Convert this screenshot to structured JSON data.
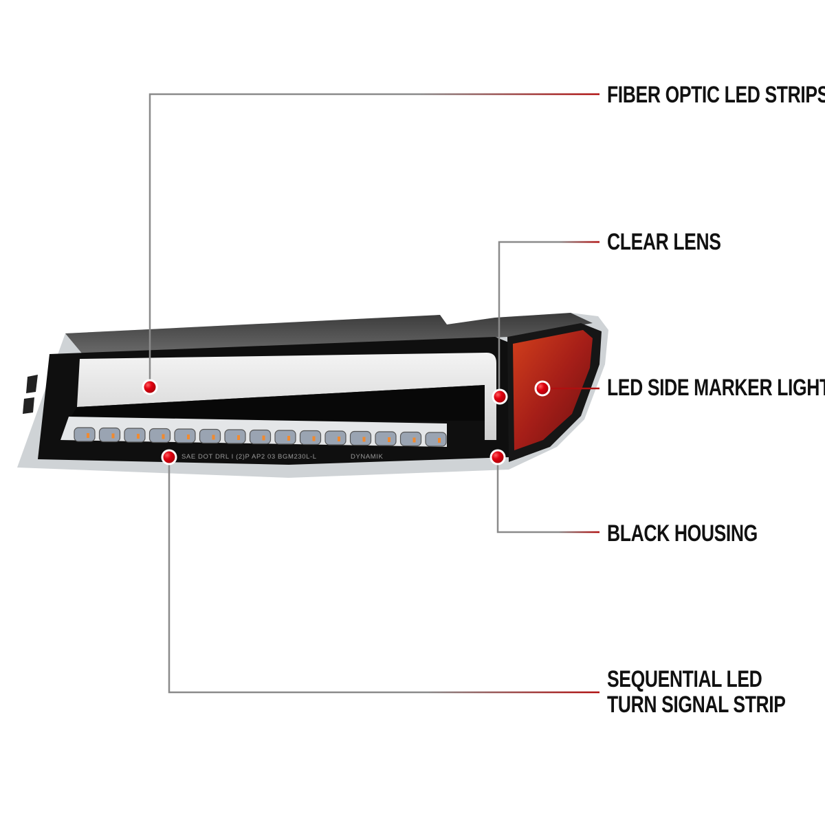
{
  "callouts": [
    {
      "id": "fiber-optic",
      "label": "FIBER OPTIC LED STRIPS"
    },
    {
      "id": "clear-lens",
      "label": "CLEAR LENS"
    },
    {
      "id": "side-marker",
      "label": "LED SIDE MARKER LIGHT"
    },
    {
      "id": "black-housing",
      "label": "BLACK HOUSING"
    },
    {
      "id": "sequential",
      "label_line1": "SEQUENTIAL LED",
      "label_line2": "TURN SIGNAL STRIP"
    }
  ],
  "lamp": {
    "marking_text": "SAE DOT DRL I (2)P AP2 03 BGM230L-L",
    "brand_mark": "DYNAMIK"
  },
  "colors": {
    "leader_start": "#8a8a8a",
    "leader_end": "#b01010",
    "dot": "#e00010",
    "marker_lens": "#a8221a",
    "housing": "#111111"
  }
}
